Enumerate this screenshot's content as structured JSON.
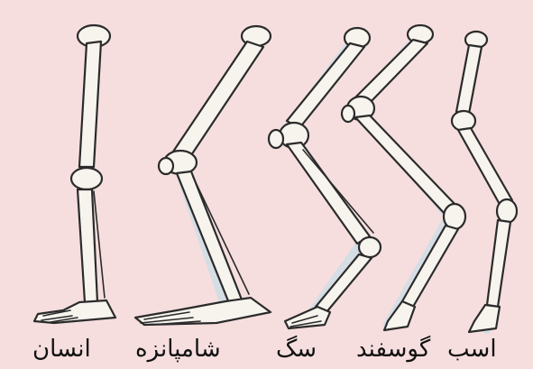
{
  "figure": {
    "background_color": "#f6dede",
    "bone_fill_color": "#f7f4ee",
    "outline_color": "#2b2b2b",
    "labels": {
      "human": "انسان",
      "chimpanzee": "شامپانزه",
      "dog": "سگ",
      "sheep": "گوسفند",
      "horse": "اسب"
    }
  }
}
